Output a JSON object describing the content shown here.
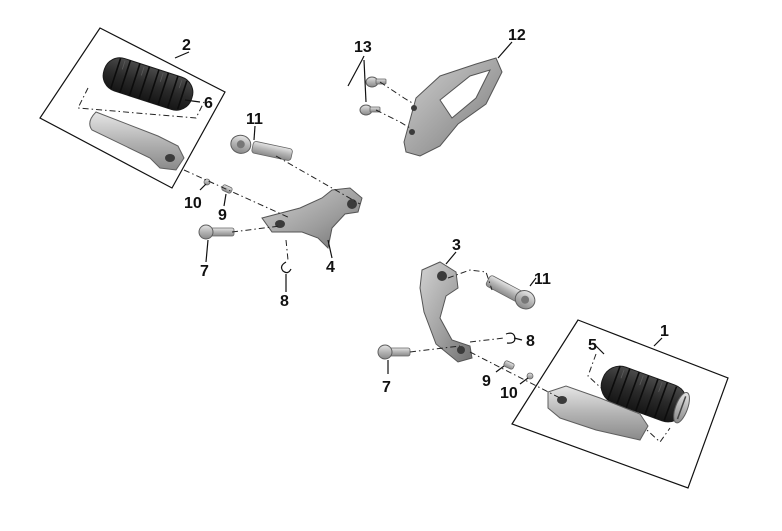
{
  "diagram": {
    "callouts": {
      "c1": "1",
      "c2": "2",
      "c3": "3",
      "c4": "4",
      "c5": "5",
      "c6": "6",
      "c7_left": "7",
      "c7_right": "7",
      "c8_left": "8",
      "c8_right": "8",
      "c9_left": "9",
      "c9_right": "9",
      "c10_left": "10",
      "c10_right": "10",
      "c11_left": "11",
      "c11_right": "11",
      "c12": "12",
      "c13": "13"
    },
    "colors": {
      "metal": "#bdbdbd",
      "rubber": "#2b2b2b",
      "lines": "#111111",
      "background": "#ffffff"
    }
  }
}
